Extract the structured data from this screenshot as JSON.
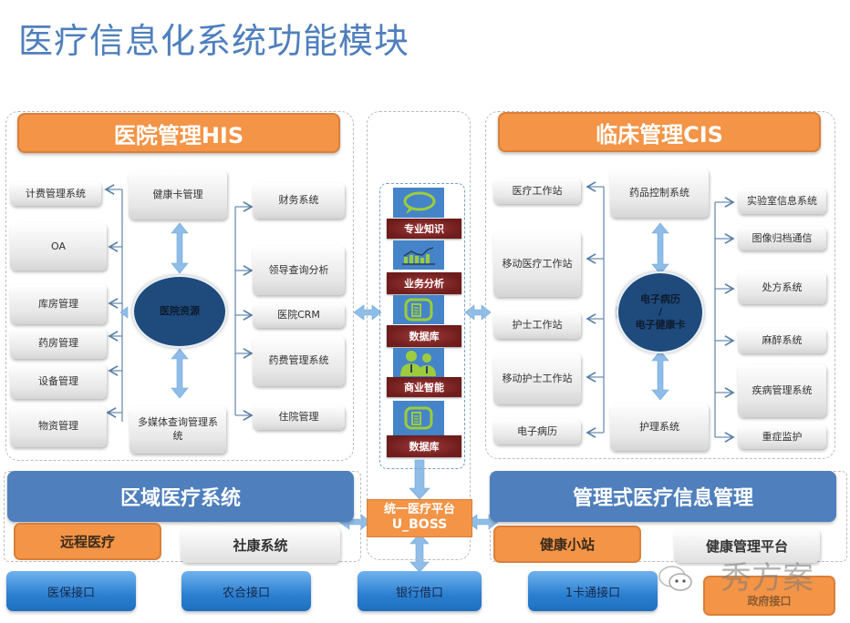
{
  "title": "医疗信息化系统功能模块",
  "his": {
    "header": "医院管理HIS",
    "center": "医院资源",
    "top": "健康卡管理",
    "bottom": "多媒体查询管理系统",
    "left": [
      "计费管理系统",
      "OA",
      "库房管理",
      "药房管理",
      "设备管理",
      "物资管理"
    ],
    "right": [
      "财务系统",
      "领导查询分析",
      "医院CRM",
      "药费管理系统",
      "住院管理"
    ]
  },
  "middle": {
    "items": [
      {
        "label": "专业知识",
        "icon": "speech-bubble-icon"
      },
      {
        "label": "业务分析",
        "icon": "bar-chart-icon"
      },
      {
        "label": "数据库",
        "icon": "database-icon"
      },
      {
        "label": "商业智能",
        "icon": "people-icon"
      },
      {
        "label": "数据库",
        "icon": "database-icon"
      }
    ],
    "platform_line1": "统一医疗平台",
    "platform_line2": "U_BOSS"
  },
  "cis": {
    "header": "临床管理CIS",
    "center_line1": "电子病历",
    "center_sep": "/",
    "center_line2": "电子健康卡",
    "top": "药品控制系统",
    "bottom": "护理系统",
    "left": [
      "医疗工作站",
      "移动医疗工作站",
      "护士工作站",
      "移动护士工作站",
      "电子病历"
    ],
    "right": [
      "实验室信息系统",
      "图像归档通信",
      "处方系统",
      "麻醉系统",
      "疾病管理系统",
      "重症监护"
    ]
  },
  "regional": {
    "header": "区域医疗系统",
    "items": [
      "远程医疗",
      "社康系统"
    ]
  },
  "managed": {
    "header": "管理式医疗信息管理",
    "items": [
      "健康小站",
      "健康管理平台"
    ]
  },
  "interfaces": [
    "医保接口",
    "农合接口",
    "银行借口",
    "1卡通接口",
    "政府接口"
  ],
  "watermark": "秀方案",
  "colors": {
    "orange": "#f39447",
    "blue_header": "#4f7fbd",
    "circle": "#1f4a7c",
    "band": "#7a2222",
    "arrow": "#8fbde8",
    "title": "#4f7fbd"
  }
}
